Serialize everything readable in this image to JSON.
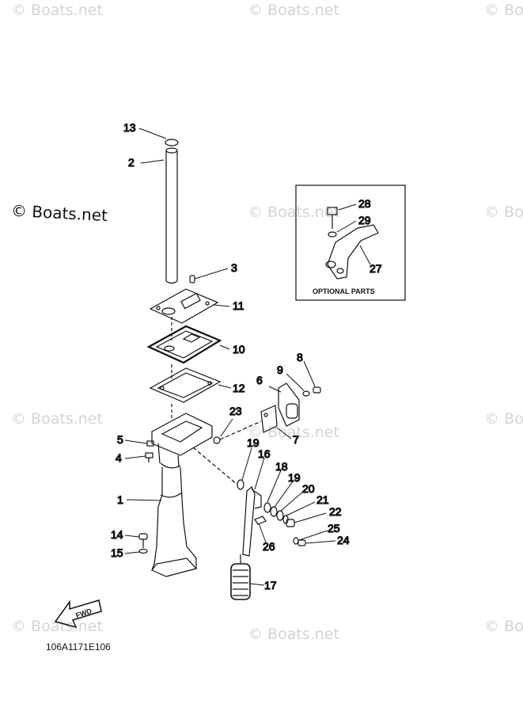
{
  "watermarks": {
    "light": "© Boats.net",
    "light_clipped": "© Bo",
    "dark": "© Boats.net"
  },
  "parts": {
    "p1": "1",
    "p2": "2",
    "p3": "3",
    "p4": "4",
    "p5": "5",
    "p6": "6",
    "p7": "7",
    "p8": "8",
    "p9": "9",
    "p10": "10",
    "p11": "11",
    "p12": "12",
    "p13": "13",
    "p14": "14",
    "p15": "15",
    "p16": "16",
    "p17": "17",
    "p18": "18",
    "p19a": "19",
    "p19b": "19",
    "p20": "20",
    "p21": "21",
    "p22": "22",
    "p23": "23",
    "p24": "24",
    "p25": "25",
    "p26": "26",
    "p27": "27",
    "p28": "28",
    "p29": "29"
  },
  "optional_box": {
    "label": "OPTIONAL PARTS"
  },
  "fwd_label": "FWD",
  "diagram_ref": "106A1171E106",
  "colors": {
    "line": "#111111",
    "watermark": "#d4d4d4",
    "background": "#ffffff"
  }
}
